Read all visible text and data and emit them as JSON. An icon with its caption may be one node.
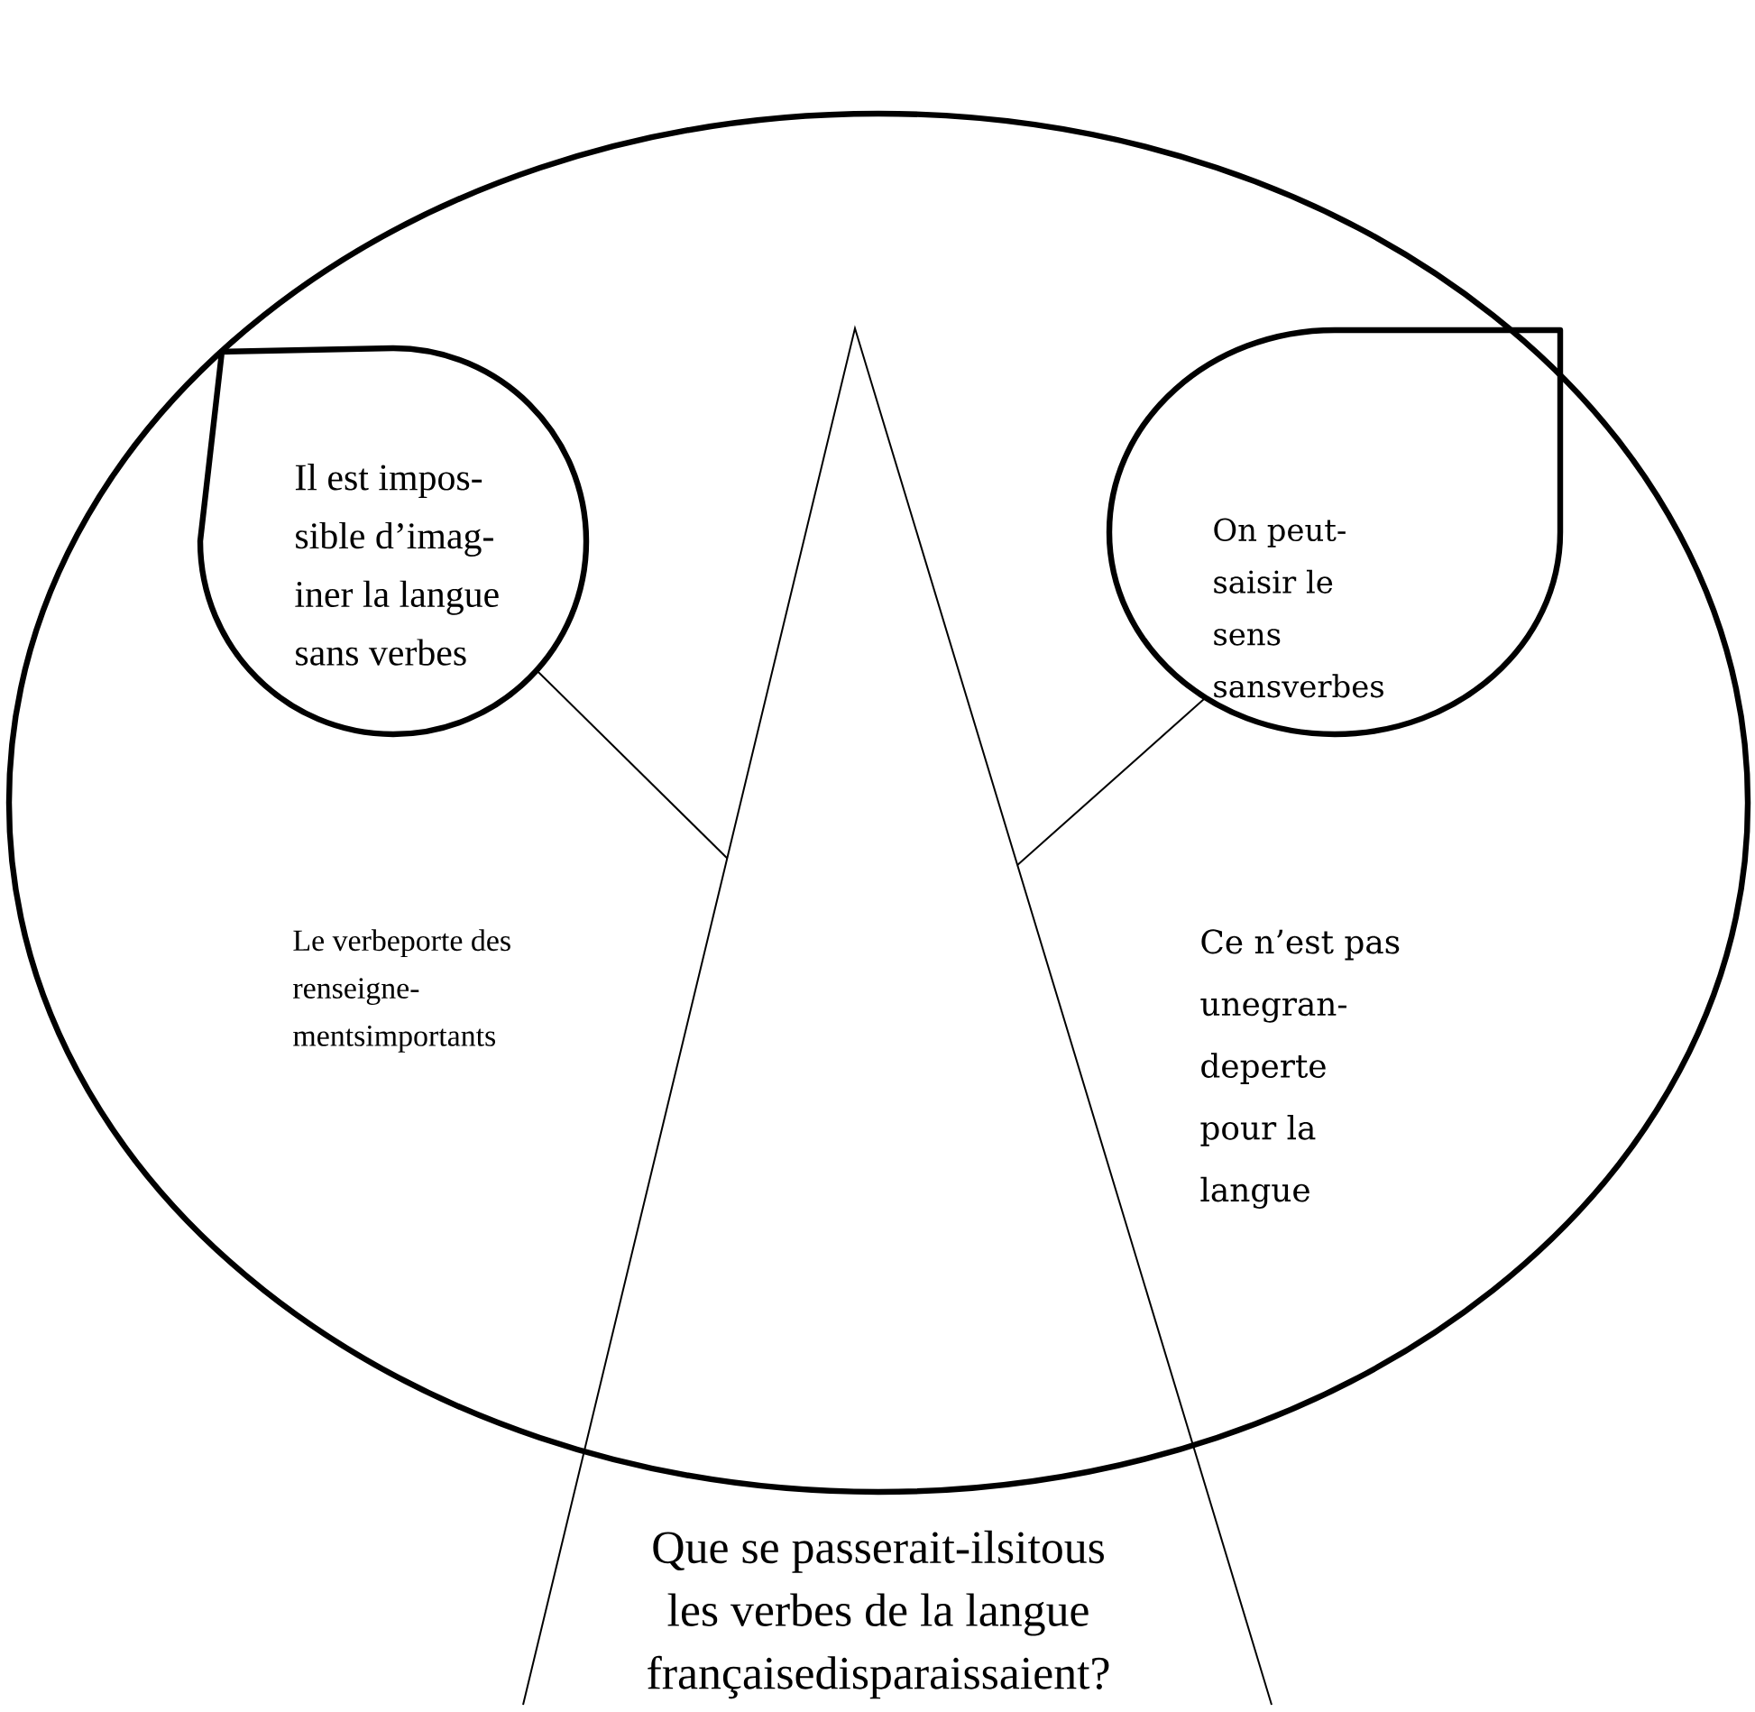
{
  "diagram": {
    "nodes": [
      {
        "text": [],
        "shape": "ellipse"
      },
      {
        "text": [
          "Il est impos- sible d’imag- iner la langue sans verbes"
        ],
        "in": 0
      },
      {
        "text": [
          "On peut- saisir le sens sansverbes"
        ],
        "in": 0
      },
      {
        "text": [
          "Que se passerait-ilsitous les verbes de la langue françaisedisparaissaient?"
        ]
      }
    ],
    "edges": [
      {
        "from": 1,
        "to": 3,
        "arrow": "none"
      },
      {
        "from": 2,
        "to": 3,
        "arrow": "none"
      }
    ],
    "labels": [
      "Le verbeporte des renseigne- mentsimportants",
      "Ce n’est pas unegran- deperte pour la langue"
    ]
  }
}
